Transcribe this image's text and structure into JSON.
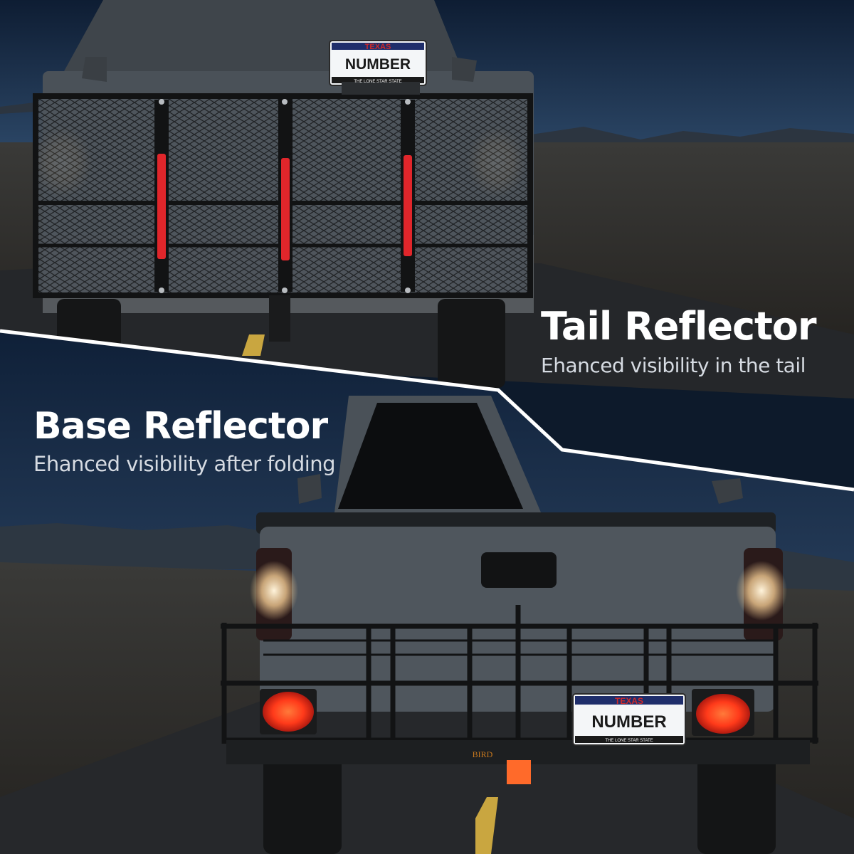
{
  "tail": {
    "title": "Tail Reflector",
    "subtitle": "Ehanced visibility in the tail"
  },
  "base": {
    "title": "Base Reflector",
    "subtitle": "Ehanced visibility after folding"
  },
  "plate_top": {
    "state": "TEXAS",
    "number": "NUMBER",
    "slogan": "THE LONE STAR STATE"
  },
  "plate_bottom": {
    "state": "TEXAS",
    "number": "NUMBER",
    "slogan": "THE LONE STAR STATE"
  },
  "brand": "BIRD",
  "colors": {
    "sky": "#1a3150",
    "reflector_red": "#e0262b",
    "reflector_orange": "#ff5a1f",
    "road": "#2a2d31",
    "truck": "#4a5158"
  }
}
